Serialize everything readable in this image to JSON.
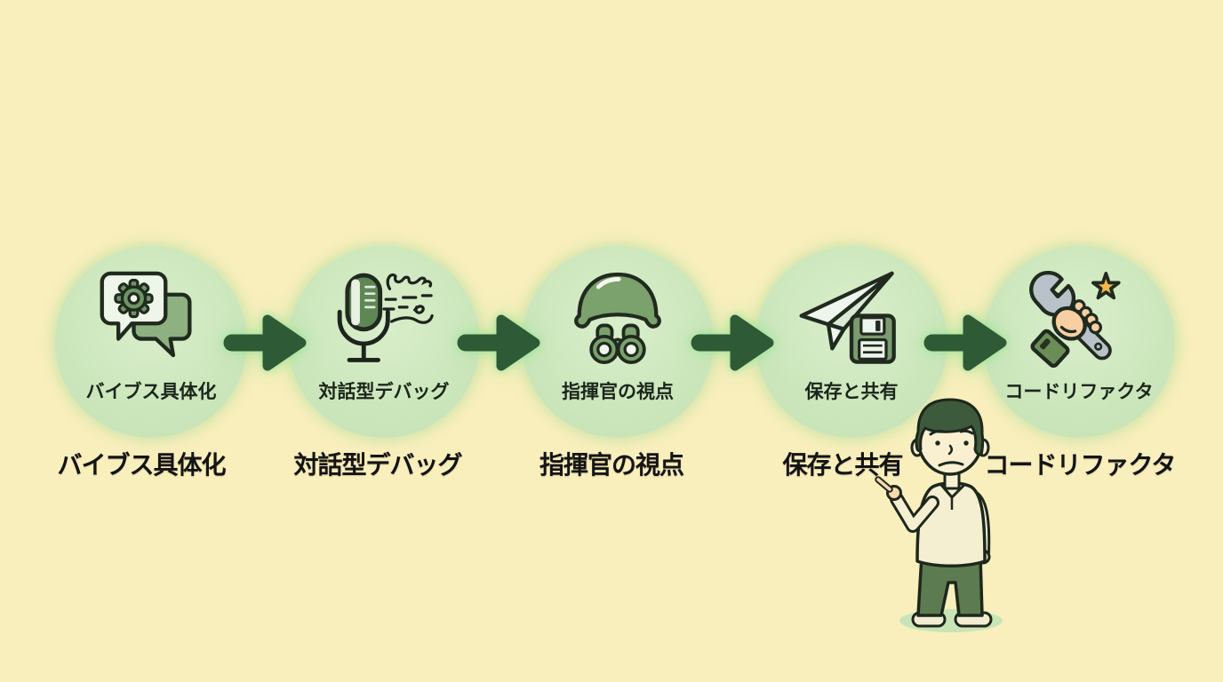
{
  "flow": {
    "steps": [
      {
        "label": "バイブス具体化",
        "caption": "バイブス具体化",
        "icon": "chat-gear-icon"
      },
      {
        "label": "対話型デバッグ",
        "caption": "対話型デバッグ",
        "icon": "microphone-speech-icon"
      },
      {
        "label": "指揮官の視点",
        "caption": "指揮官の視点",
        "icon": "helmet-binoculars-icon"
      },
      {
        "label": "保存と共有",
        "caption": "保存と共有",
        "icon": "paper-plane-floppy-icon"
      },
      {
        "label": "コードリファクタ",
        "caption": "コードリファクタ",
        "icon": "hand-wrench-star-icon"
      }
    ]
  },
  "colors": {
    "background": "#f8efbc",
    "circle_fill": "#cde7bd",
    "arrow": "#2f5a36",
    "arrow_glow": "#9fe39b",
    "step_label_text": "#1b251b",
    "caption_text": "#141414",
    "character_shirt": "#f5efd2",
    "character_pants": "#5d7b50",
    "character_hair": "#3e5a3c",
    "star": "#f3b848"
  }
}
